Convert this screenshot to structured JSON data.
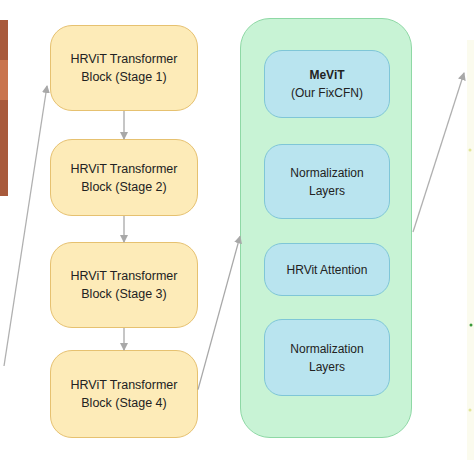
{
  "diagram": {
    "nodes": [
      {
        "text": [
          "HRViT Transformer Block (Stage 1)"
        ]
      },
      {
        "text": [
          "HRViT Transformer Block (Stage 2)"
        ]
      },
      {
        "text": [
          "HRViT Transformer Block (Stage 3)"
        ]
      },
      {
        "text": [
          "HRViT Transformer Block (Stage 4)"
        ]
      },
      {
        "text": []
      },
      {
        "text": [
          "MeViT",
          "(Our FixCFN)"
        ],
        "in": 4
      },
      {
        "text": [
          "Normalization Layers"
        ],
        "in": 4
      },
      {
        "text": [
          "HRVit Attention"
        ],
        "in": 4
      },
      {
        "text": [
          "Normalization Layers"
        ],
        "in": 4
      }
    ],
    "edges": [
      {
        "from": 0,
        "to": 1,
        "arrow": "to"
      },
      {
        "from": 1,
        "to": 2,
        "arrow": "to"
      },
      {
        "from": 2,
        "to": 3,
        "arrow": "to"
      },
      {
        "from": 3,
        "to": 4,
        "arrow": "to"
      }
    ]
  }
}
